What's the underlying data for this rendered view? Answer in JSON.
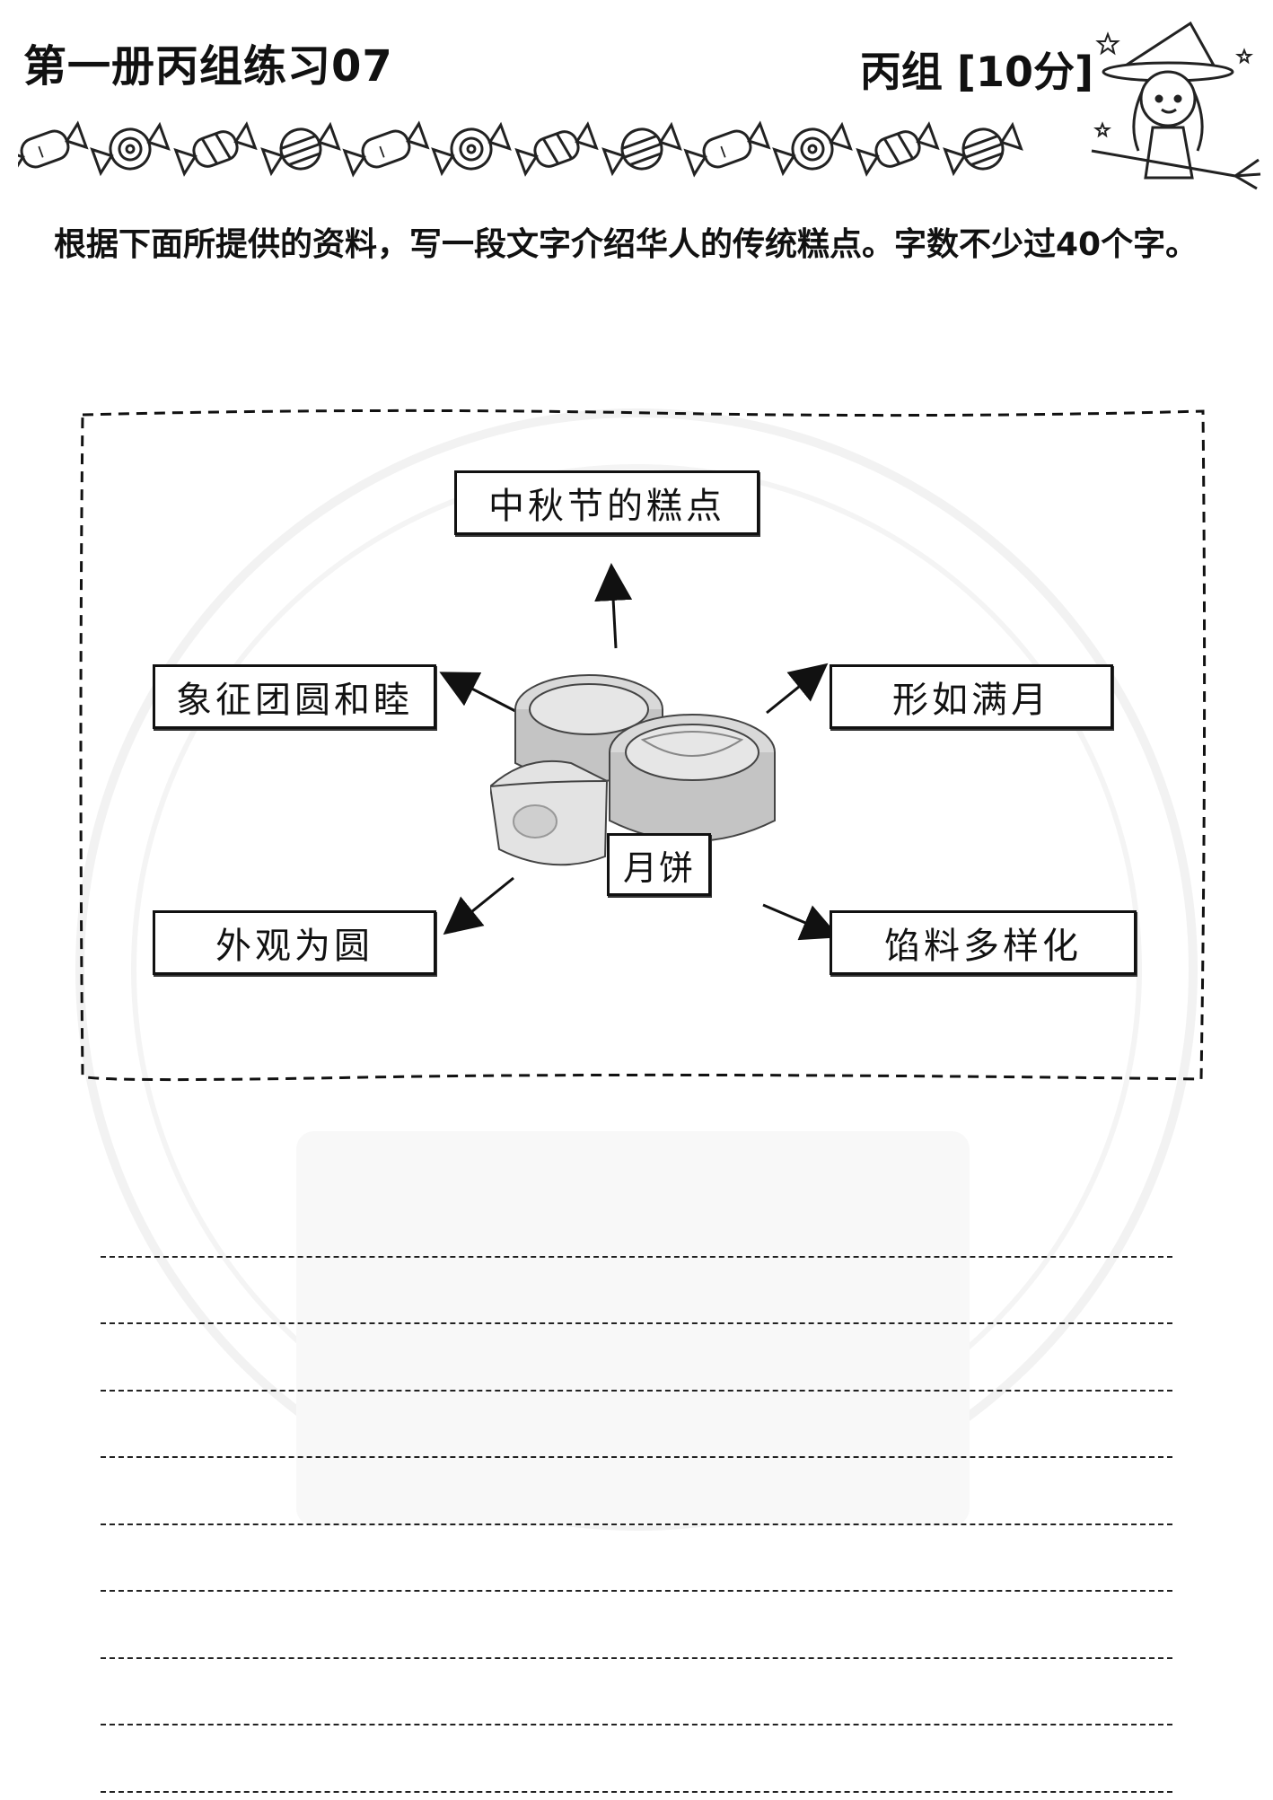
{
  "header": {
    "title": "第一册丙组练习07",
    "section_score": "丙组 [10分]"
  },
  "instruction": "根据下面所提供的资料，写一段文字介绍华人的传统糕点。字数不少过40个字。",
  "mind_map": {
    "center": "月饼",
    "top": "中秋节的糕点",
    "upper_left": "象征团圆和睦",
    "upper_right": "形如满月",
    "lower_left": "外观为圆",
    "lower_right": "馅料多样化"
  },
  "answer_lines": [
    "",
    "",
    "",
    "",
    "",
    "",
    "",
    "",
    ""
  ],
  "icons": {
    "decoration": [
      "candy-icon",
      "witch-icon",
      "mooncake-icon",
      "star-icon"
    ]
  }
}
